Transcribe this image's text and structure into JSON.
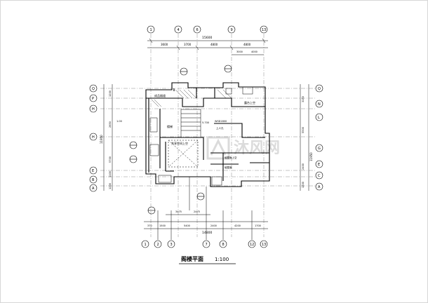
{
  "drawing": {
    "title": "阁楼平面",
    "scale": "1:100",
    "watermark": "沐风网",
    "colors": {
      "line": "#000000",
      "light": "#6e6e6e",
      "watermark": "#d8d8d8",
      "background": "#ffffff"
    }
  },
  "axes": {
    "top": [
      "1",
      "4",
      "6",
      "9",
      "13"
    ],
    "bottom": [
      "1",
      "2",
      "3",
      "7",
      "8",
      "12",
      "13"
    ],
    "left": [
      "Q",
      "P",
      "H",
      "H",
      "E",
      "B",
      "A"
    ],
    "right": [
      "Q",
      "N",
      "L",
      "G",
      "E",
      "C",
      "A"
    ]
  },
  "dimensions": {
    "top_total": "15600",
    "top_segments": [
      "3600",
      "3700",
      "4800",
      "4800"
    ],
    "top_inner": [
      "3000",
      "4000"
    ],
    "bottom_total": "14800",
    "bottom_segments": [
      "370",
      "1500",
      "5400",
      "2400",
      "4200",
      "1700"
    ],
    "bottom_inner": [
      "3475",
      "2475"
    ],
    "left_total": "11950",
    "left_segments": [
      "1200",
      "2650",
      "5700",
      "1100",
      "1200"
    ],
    "right_total": "11950",
    "right_segments": [
      "3150",
      "5500",
      "2400",
      "1200"
    ]
  },
  "labels": {
    "attic_top": "成品烟道",
    "deck_right": "露台上空",
    "stair": "楼梯",
    "void": "共享空间上空",
    "window": "WSD1800",
    "slope": "坡屋面",
    "slope_label": "坡屋面上空",
    "hatch": "上人孔",
    "left_note": "1.00",
    "level": "5.700"
  }
}
